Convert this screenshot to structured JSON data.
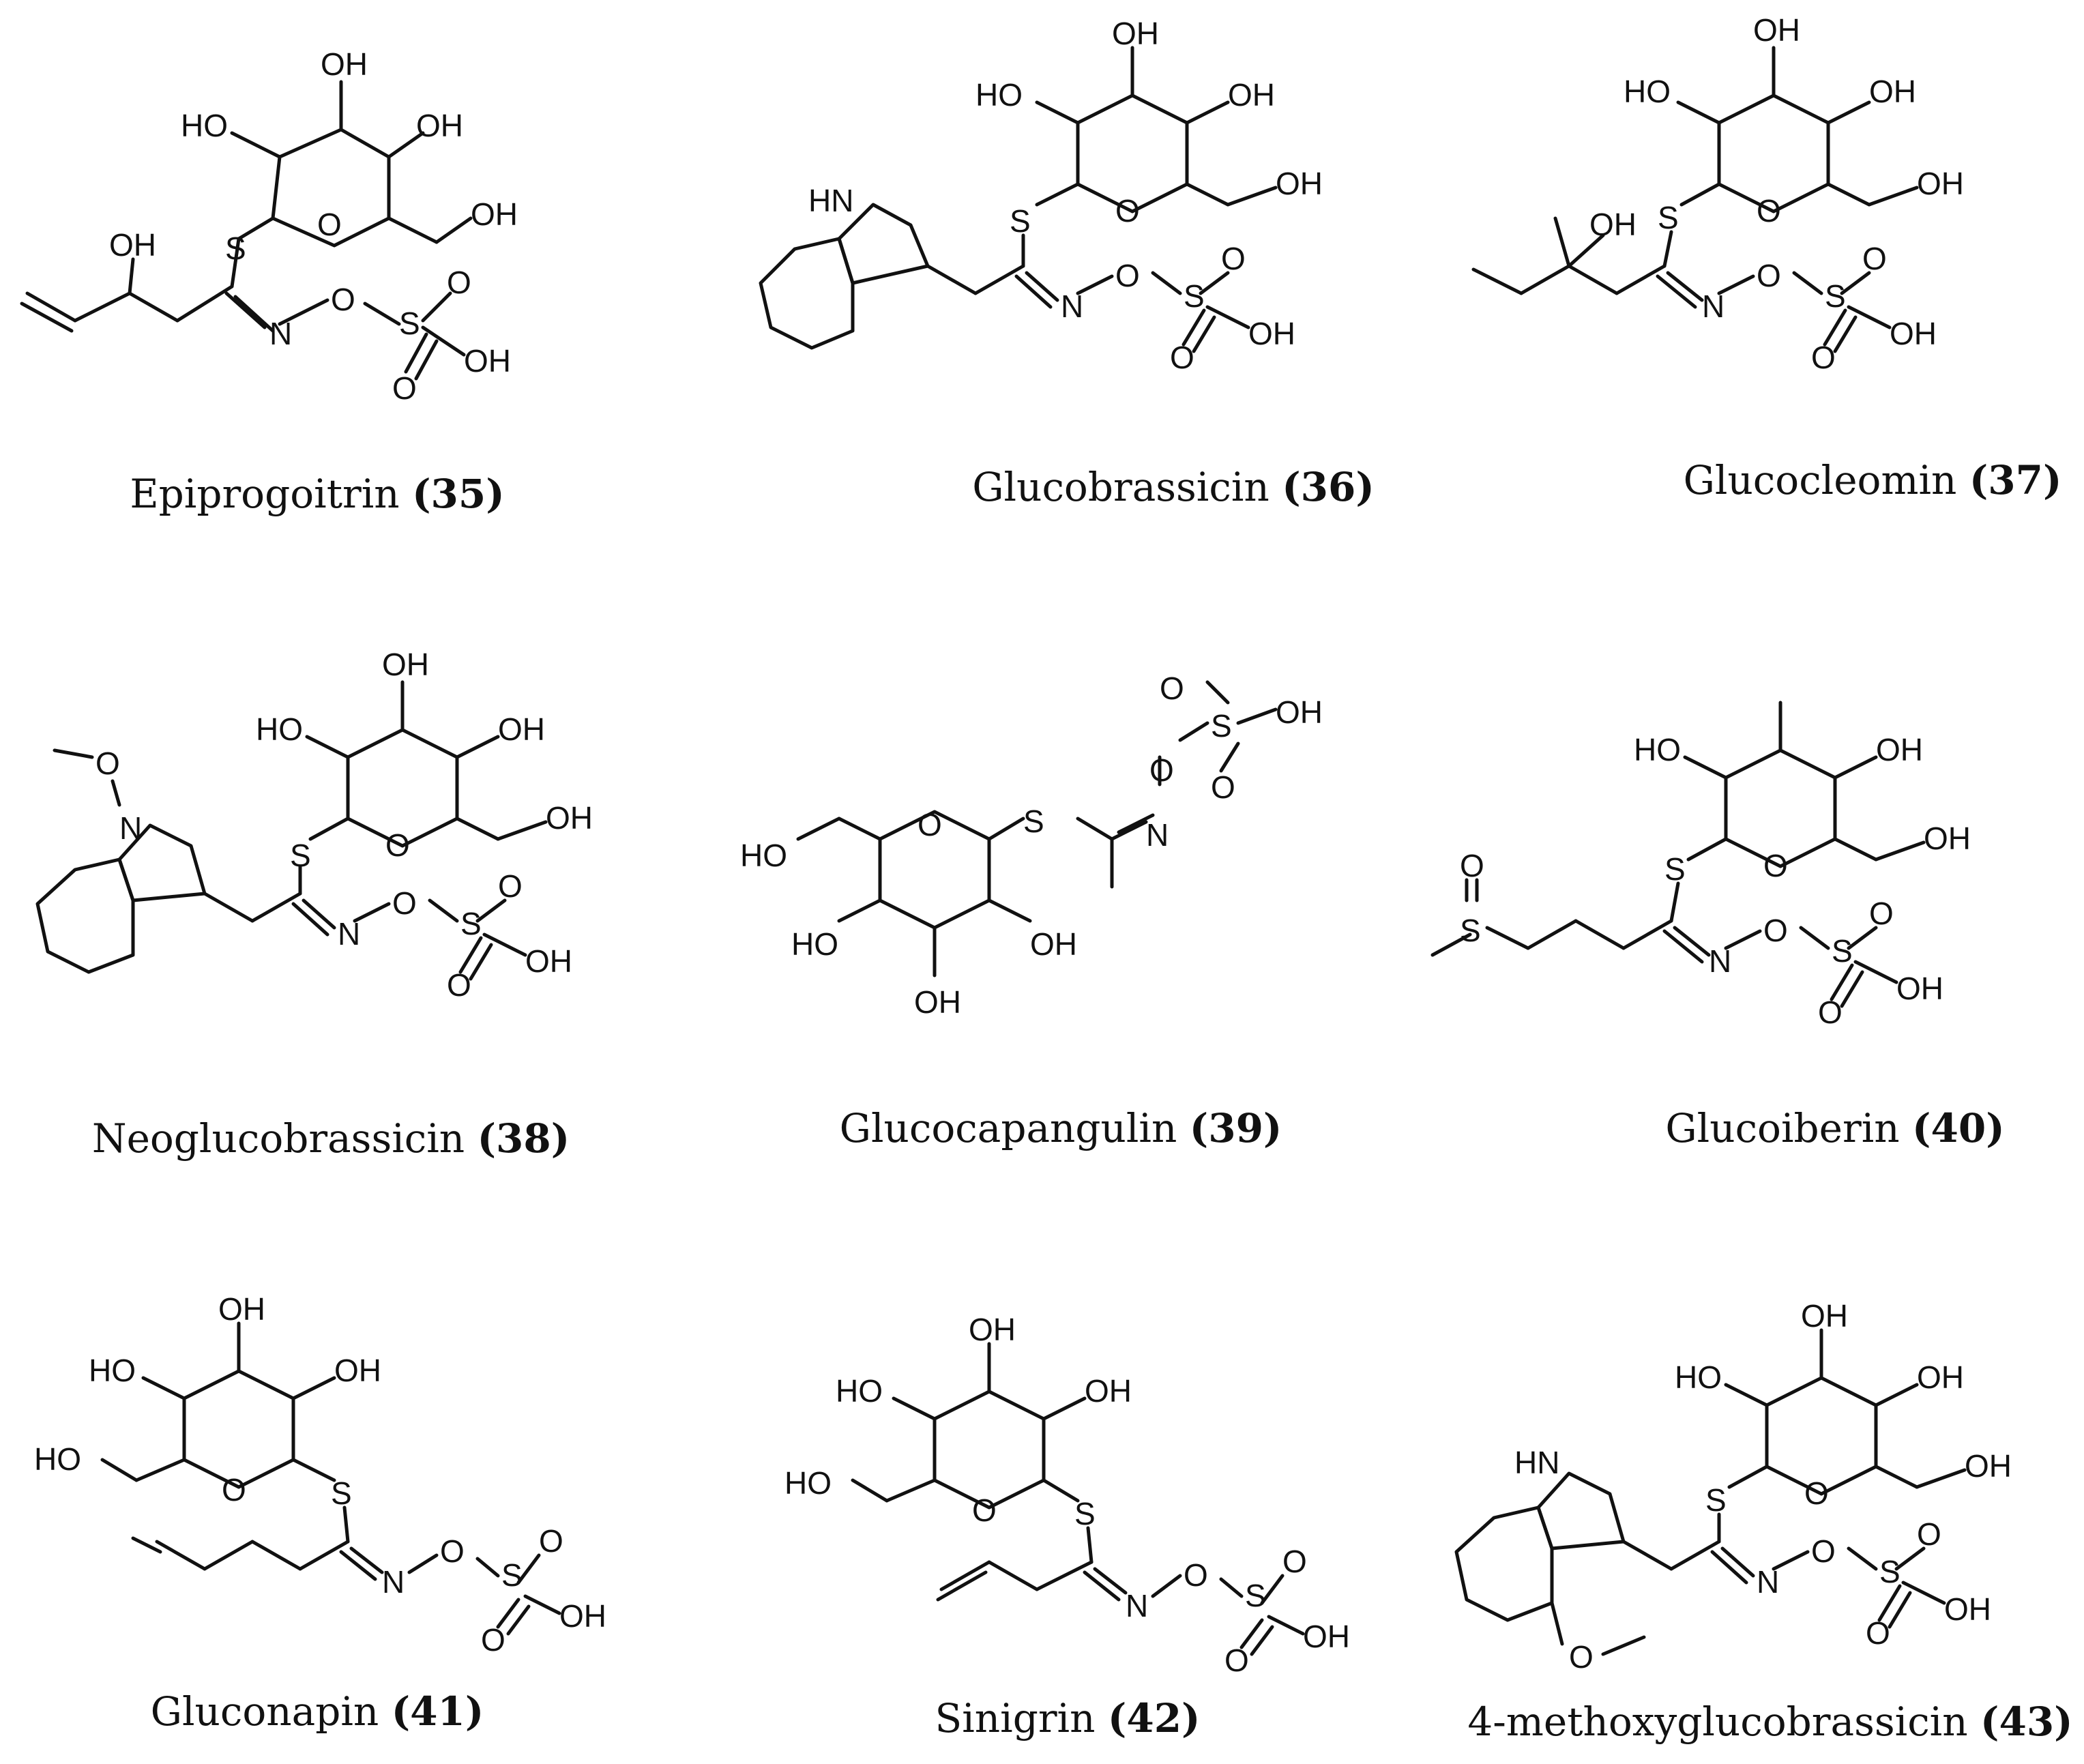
{
  "figure": {
    "compounds": [
      {
        "name": "Epiprogoitrin",
        "number": "(35)"
      },
      {
        "name": "Glucobrassicin",
        "number": "(36)"
      },
      {
        "name": "Glucocleomin",
        "number": "(37)"
      },
      {
        "name": "Neoglucobrassicin",
        "number": "(38)"
      },
      {
        "name": "Glucocapangulin",
        "number": "(39)"
      },
      {
        "name": "Glucoiberin",
        "number": "(40)"
      },
      {
        "name": "Gluconapin",
        "number": "(41)"
      },
      {
        "name": "Sinigrin",
        "number": "(42)"
      },
      {
        "name": "4-methoxyglucobrassicin",
        "number": "(43)"
      }
    ],
    "atom_labels": {
      "oh": "OH",
      "ho": "HO",
      "s": "S",
      "o": "O",
      "n": "N",
      "hn": "HN"
    }
  }
}
